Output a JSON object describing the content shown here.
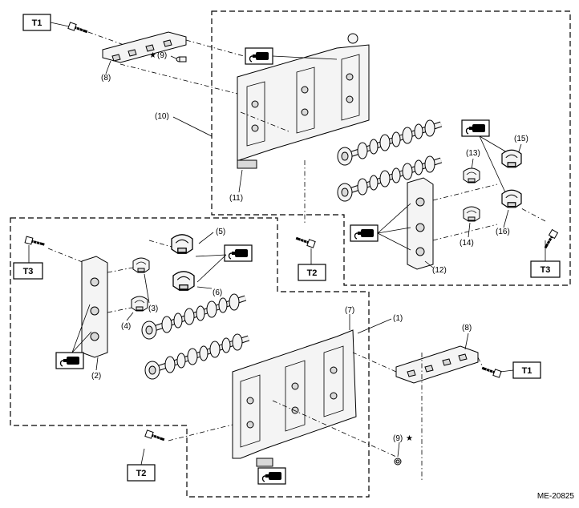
{
  "figure_code": "ME-20825",
  "callouts": {
    "c1": "(1)",
    "c2": "(2)",
    "c3": "(3)",
    "c4": "(4)",
    "c5": "(5)",
    "c6": "(6)",
    "c7": "(7)",
    "c8_top": "(8)",
    "c8_right": "(8)",
    "c9_top": "(9)",
    "c9_bottom": "(9)",
    "c10": "(10)",
    "c11": "(11)",
    "c12": "(12)",
    "c13": "(13)",
    "c14": "(14)",
    "c15": "(15)",
    "c16": "(16)"
  },
  "star_symbol": "★",
  "torque_labels": {
    "t1_top": "T1",
    "t1_right": "T1",
    "t2_top": "T2",
    "t2_bottom": "T2",
    "t3_left": "T3",
    "t3_right": "T3"
  },
  "icons": [
    "sealant-tube-icon",
    "star-icon",
    "bolt-icon",
    "camshaft",
    "cam-cap",
    "camshaft-carrier"
  ]
}
